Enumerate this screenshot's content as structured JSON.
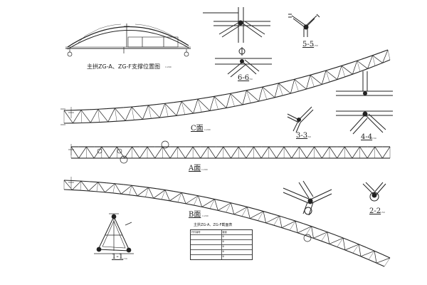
{
  "labels": {
    "main_title": "主拱ZG-A、ZG-F支撑位置图",
    "section_c": "C面",
    "section_a": "A面",
    "section_b": "B面",
    "section_1_1": "1-1",
    "section_2_2": "2-2",
    "section_3_3": "3-3",
    "section_4_4": "4-4",
    "section_5_5": "5-5",
    "section_6_6": "6-6",
    "table_title": "主拱ZG-A、ZG-F截面表",
    "scale_small": "1:50",
    "scale_plan": "1:200"
  },
  "table": {
    "headers": [
      "杆件编号",
      "截面"
    ],
    "rows": [
      [
        "",
        "Φ"
      ],
      [
        "",
        "Φ"
      ],
      [
        "",
        "Φ"
      ],
      [
        "",
        "Φ"
      ],
      [
        "",
        "Φ"
      ]
    ]
  },
  "colors": {
    "line": "#222222",
    "paper": "#ffffff"
  }
}
